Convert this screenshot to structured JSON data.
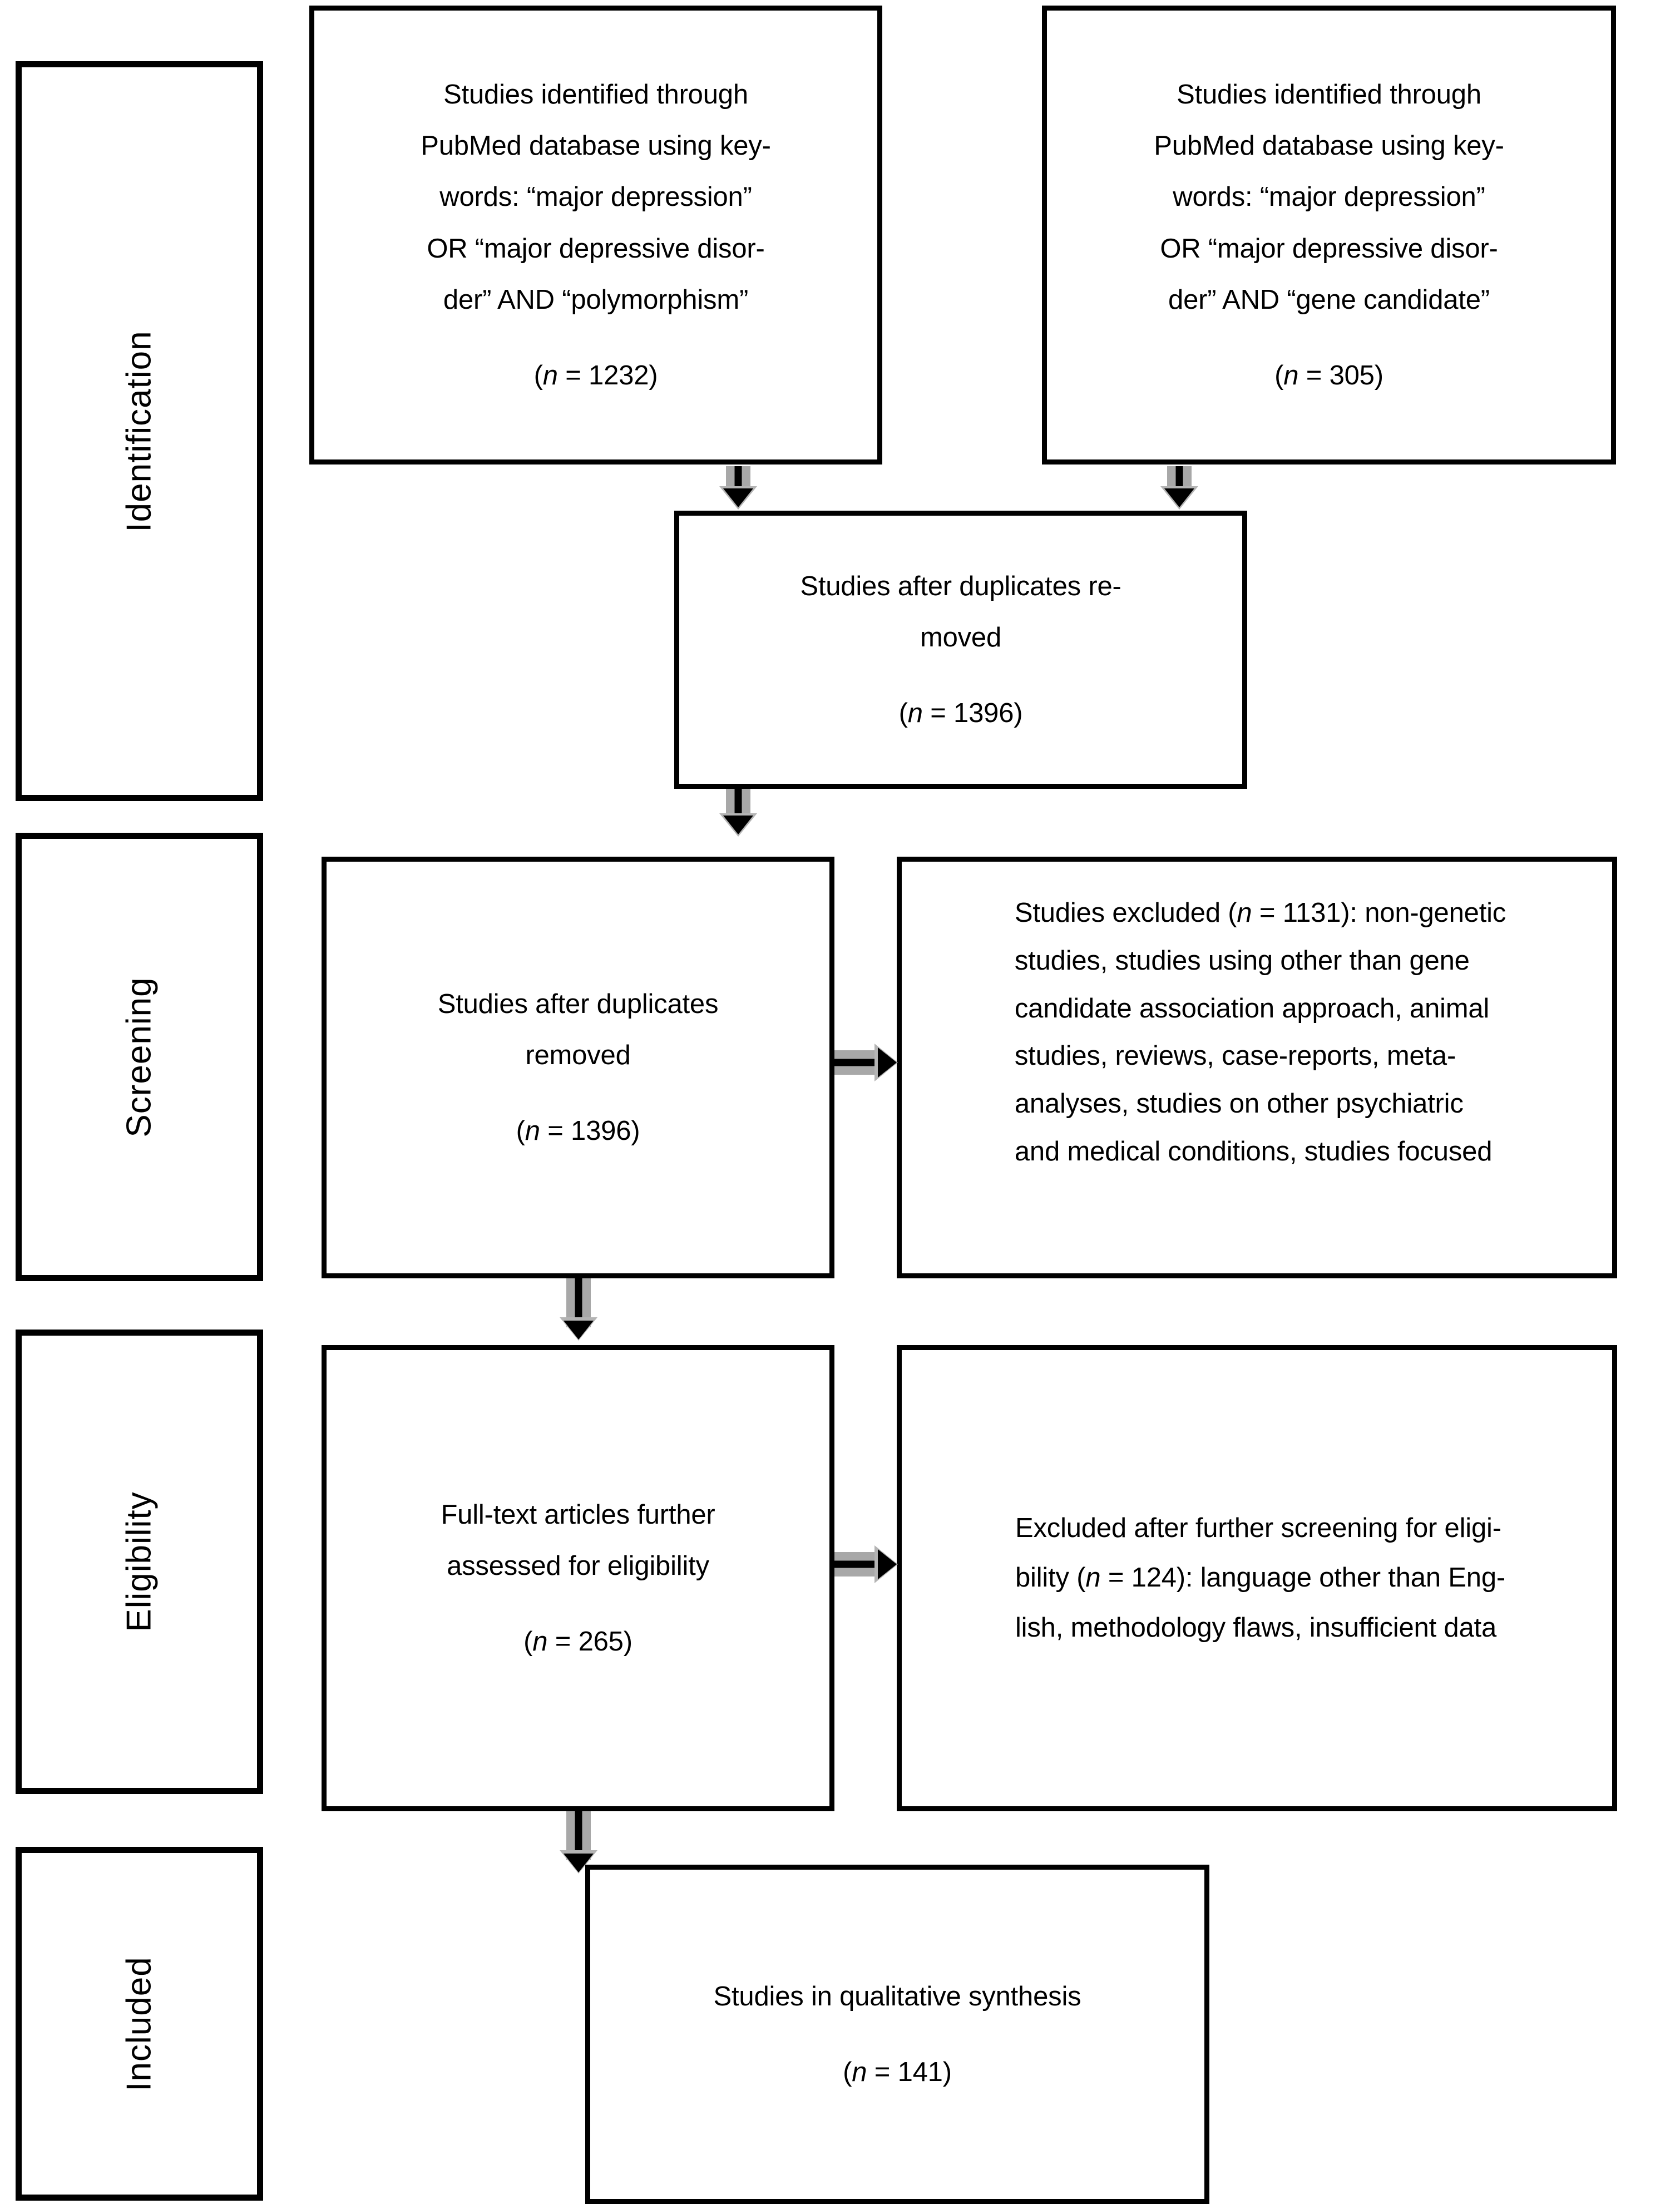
{
  "diagram": {
    "title": "PRISMA flow diagram of study selection",
    "type": "prisma-flow-diagram",
    "line_color": "#000000",
    "background_color": "#ffffff",
    "arrow_shaft_color": "#a8a8a8"
  },
  "stages": [
    {
      "id": "identification",
      "label": "Identification"
    },
    {
      "id": "screening",
      "label": "Screening"
    },
    {
      "id": "eligibility",
      "label": "Eligibility"
    },
    {
      "id": "included",
      "label": "Included"
    }
  ],
  "boxes": {
    "source_polymorphism": {
      "body": "Studies identified through\nPubMed database using key-\nwords: “major depression”\nOR “major depressive disor-\nder” AND “polymorphism”",
      "count_prefix": "(",
      "count_n": "n",
      "count_eq": " = ",
      "count_value": "1232",
      "count_suffix": ")",
      "count_text": "(n = 1232)"
    },
    "source_gene_candidate": {
      "body": "Studies identified through\nPubMed database using key-\nwords: “major depression”\nOR “major depressive disor-\nder” AND “gene candidate”",
      "count_text": "(n = 305)",
      "count_value": "305"
    },
    "duplicates_removed_top": {
      "body": "Studies after duplicates re-\nmoved",
      "count_text": "(n = 1396)",
      "count_value": "1396"
    },
    "duplicates_removed_screening": {
      "body": "Studies after duplicates\nremoved",
      "count_text": "(n = 1396)",
      "count_value": "1396"
    },
    "screening_excluded": {
      "body": "Studies excluded (n = 1131): non-genetic\nstudies, studies using other than gene\ncandidate association approach, animal\nstudies, reviews, case-reports, meta-\nanalyses, studies on other psychiatric\nand medical conditions, studies focused",
      "count_value": "1131"
    },
    "full_text_assessed": {
      "body": "Full-text articles further\nassessed for eligibility",
      "count_text": "(n = 265)",
      "count_value": "265"
    },
    "eligibility_excluded": {
      "body": "Excluded after further screening for eligi-\nbility (n = 124): language other than Eng-\nlish, methodology flaws, insufficient data",
      "count_value": "124"
    },
    "qualitative_synthesis": {
      "body": "Studies in qualitative synthesis",
      "count_text": "(n = 141)",
      "count_value": "141"
    }
  },
  "flow": [
    {
      "from": "source_polymorphism",
      "to": "duplicates_removed_top",
      "direction": "down"
    },
    {
      "from": "source_gene_candidate",
      "to": "duplicates_removed_top",
      "direction": "down"
    },
    {
      "from": "duplicates_removed_top",
      "to": "duplicates_removed_screening",
      "direction": "down"
    },
    {
      "from": "duplicates_removed_screening",
      "to": "screening_excluded",
      "direction": "right"
    },
    {
      "from": "duplicates_removed_screening",
      "to": "full_text_assessed",
      "direction": "down"
    },
    {
      "from": "full_text_assessed",
      "to": "eligibility_excluded",
      "direction": "right"
    },
    {
      "from": "full_text_assessed",
      "to": "qualitative_synthesis",
      "direction": "down"
    }
  ]
}
